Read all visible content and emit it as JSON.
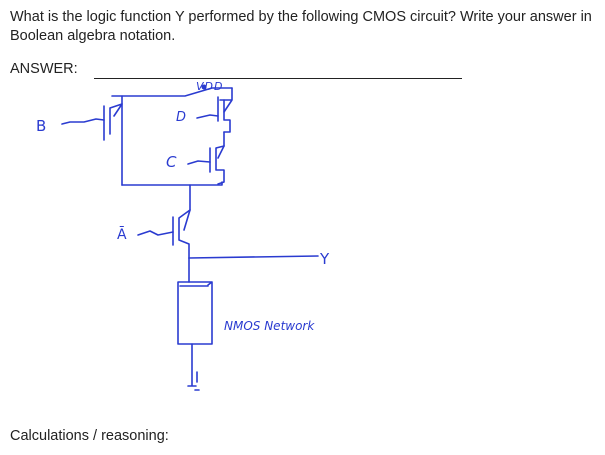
{
  "question": "What is the logic function Y performed by the following CMOS circuit? Write your answer in Boolean algebra notation.",
  "answer_label": "ANSWER:",
  "answer_value": "",
  "circuit": {
    "vdd_label": "VDD",
    "inputs": {
      "b": "B",
      "d": "D",
      "c": "C",
      "a_bar": "Ā"
    },
    "output": "Y",
    "network_label": "NMOS Network"
  },
  "calc_label": "Calculations / reasoning:",
  "colors": {
    "ink": "#2a3bd0",
    "text": "#222222"
  }
}
